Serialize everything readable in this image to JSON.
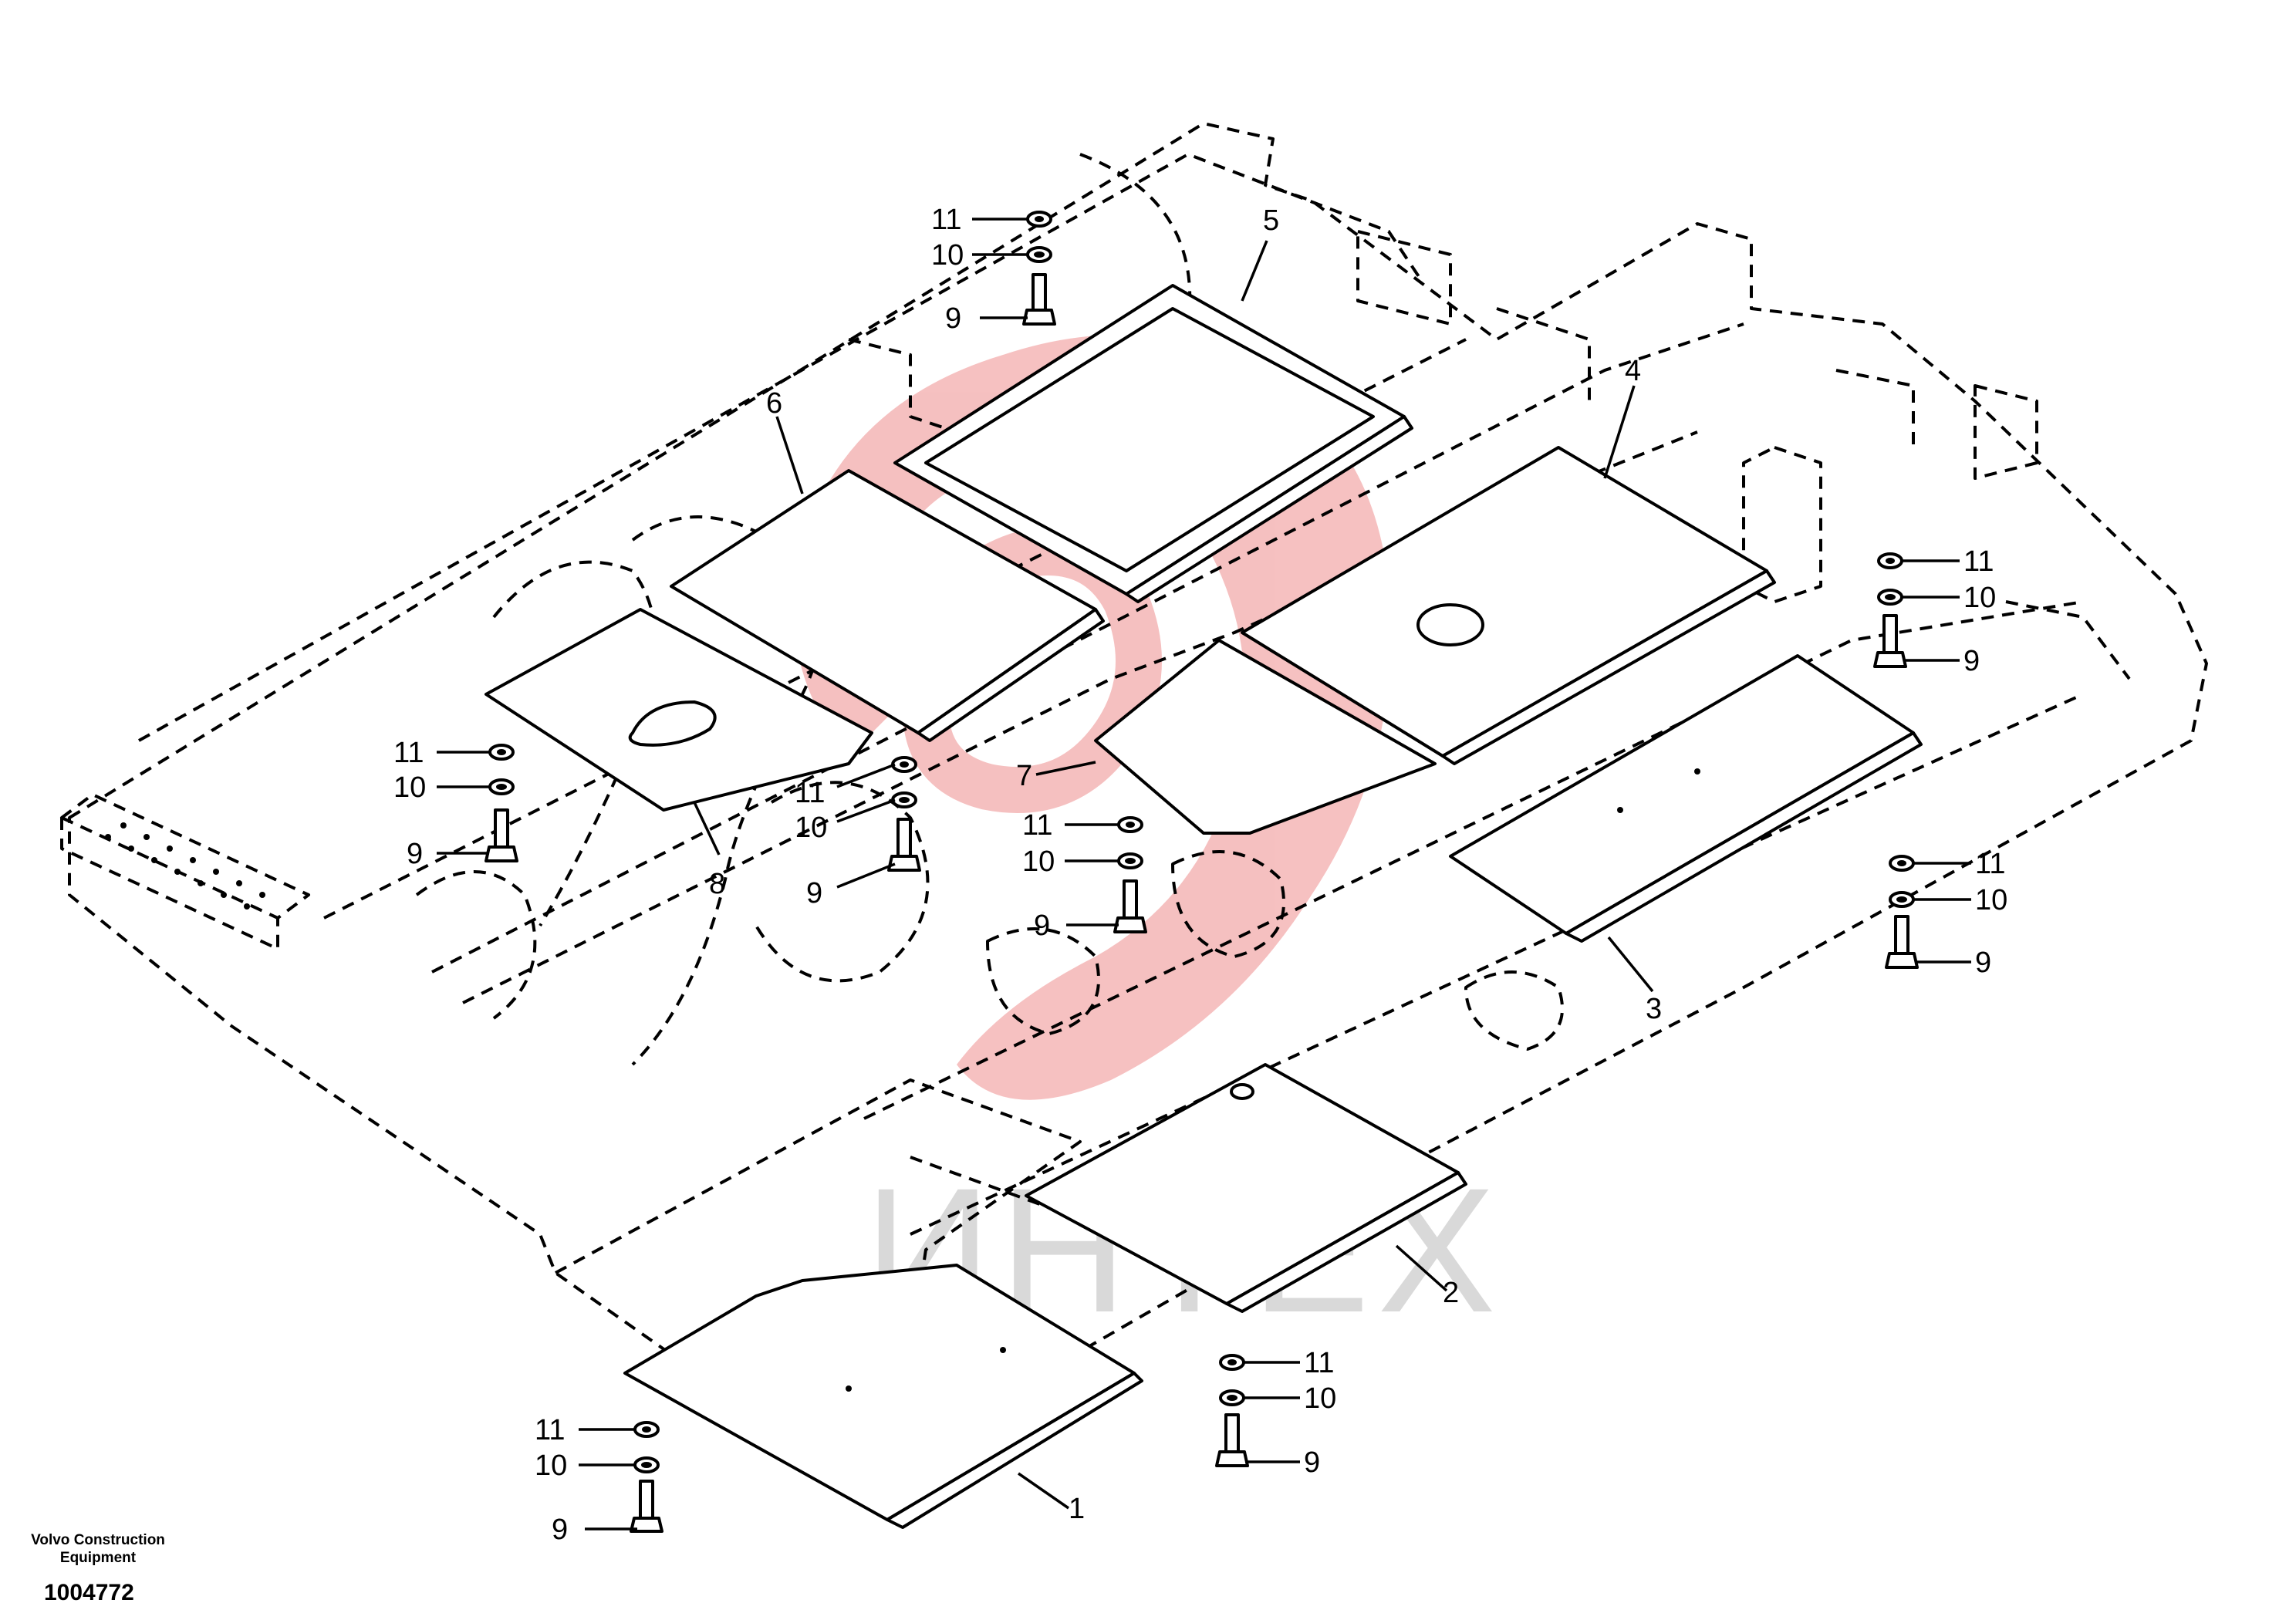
{
  "drawing": {
    "publisher_line1": "Volvo Construction",
    "publisher_line2": "Equipment",
    "drawing_number": "1004772"
  },
  "watermark": {
    "text": "ИНТЕХ",
    "text_color": "#d9d9d9",
    "logo_color": "#f4b6b6"
  },
  "callouts": [
    {
      "id": "c1-a",
      "label": "11"
    },
    {
      "id": "c1-b",
      "label": "10"
    },
    {
      "id": "c1-c",
      "label": "9"
    },
    {
      "id": "c2-a",
      "label": "11"
    },
    {
      "id": "c2-b",
      "label": "10"
    },
    {
      "id": "c2-c",
      "label": "9"
    },
    {
      "id": "c3-a",
      "label": "11"
    },
    {
      "id": "c3-b",
      "label": "10"
    },
    {
      "id": "c3-c",
      "label": "9"
    },
    {
      "id": "c4-a",
      "label": "11"
    },
    {
      "id": "c4-b",
      "label": "10"
    },
    {
      "id": "c4-c",
      "label": "9"
    },
    {
      "id": "c5-a",
      "label": "11"
    },
    {
      "id": "c5-b",
      "label": "10"
    },
    {
      "id": "c5-c",
      "label": "9"
    },
    {
      "id": "c6-a",
      "label": "11"
    },
    {
      "id": "c6-b",
      "label": "10"
    },
    {
      "id": "c6-c",
      "label": "9"
    },
    {
      "id": "c7-a",
      "label": "11"
    },
    {
      "id": "c7-b",
      "label": "10"
    },
    {
      "id": "c7-c",
      "label": "9"
    },
    {
      "id": "c8-a",
      "label": "11"
    },
    {
      "id": "c8-b",
      "label": "10"
    },
    {
      "id": "c8-c",
      "label": "9"
    },
    {
      "id": "p1",
      "label": "1"
    },
    {
      "id": "p2",
      "label": "2"
    },
    {
      "id": "p3",
      "label": "3"
    },
    {
      "id": "p4",
      "label": "4"
    },
    {
      "id": "p5",
      "label": "5"
    },
    {
      "id": "p6",
      "label": "6"
    },
    {
      "id": "p7",
      "label": "7"
    },
    {
      "id": "p8",
      "label": "8"
    }
  ]
}
